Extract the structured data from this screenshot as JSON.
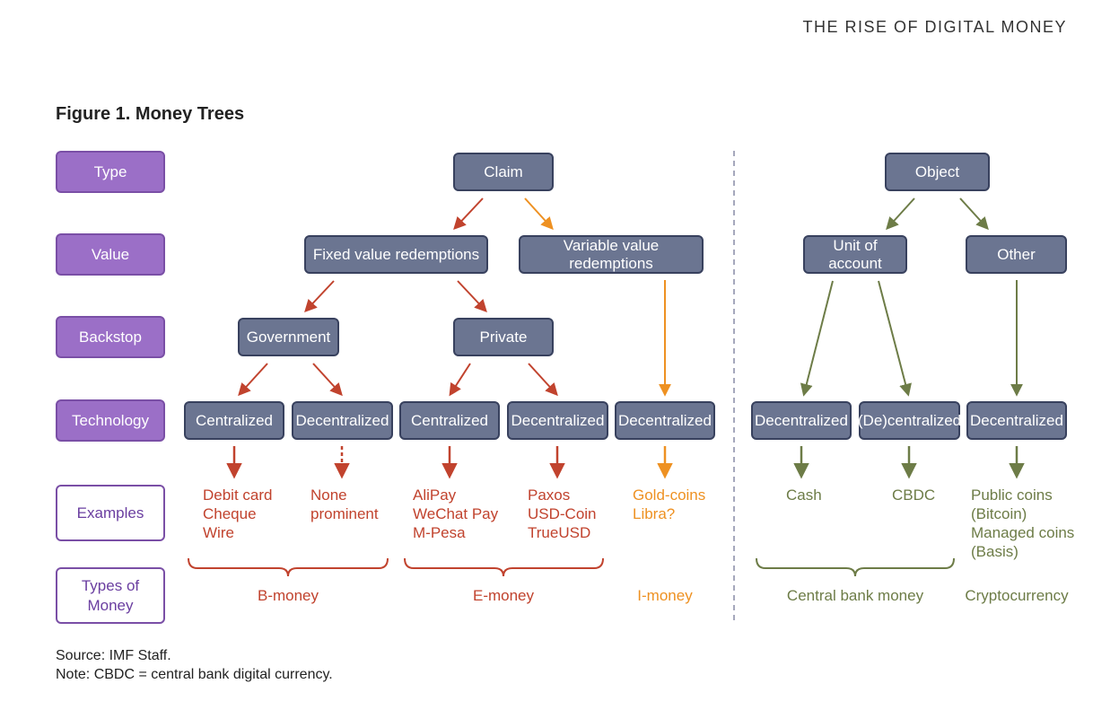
{
  "header": "THE RISE OF DIGITAL MONEY",
  "figure_title": "Figure 1. Money Trees",
  "row_labels": {
    "type": "Type",
    "value": "Value",
    "backstop": "Backstop",
    "technology": "Technology",
    "examples": "Examples",
    "types_of_money": [
      "Types of",
      "Money"
    ]
  },
  "nodes": {
    "claim": "Claim",
    "object": "Object",
    "fixed_value": "Fixed value redemptions",
    "variable_value": "Variable value redemptions",
    "unit_of_account": "Unit of account",
    "other": "Other",
    "government": "Government",
    "private": "Private",
    "tech": [
      "Centralized",
      "Decentralized",
      "Centralized",
      "Decentralized",
      "Decentralized",
      "Decentralized",
      "(De)centralized",
      "Decentralized"
    ]
  },
  "examples": {
    "debit_card": [
      "Debit card",
      "Cheque",
      "Wire"
    ],
    "none_prominent": [
      "None",
      "prominent"
    ],
    "alipay": [
      "AliPay",
      "WeChat Pay",
      "M-Pesa"
    ],
    "paxos": [
      "Paxos",
      "USD-Coin",
      "TrueUSD"
    ],
    "gold": [
      "Gold-coins",
      "Libra?"
    ],
    "cash": [
      "Cash"
    ],
    "cbdc": [
      "CBDC"
    ],
    "public": [
      "Public coins",
      "(Bitcoin)",
      "Managed coins",
      "(Basis)"
    ]
  },
  "money_types": {
    "b_money": "B-money",
    "e_money": "E-money",
    "i_money": "I-money",
    "central_bank": "Central bank money",
    "crypto": "Cryptocurrency"
  },
  "footnotes": {
    "source": "Source: IMF Staff.",
    "note": "Note: CBDC = central bank digital currency."
  },
  "colors": {
    "label_purple": "#9b6fc7",
    "node_slate": "#6b7591",
    "b_money_red": "#c1432e",
    "i_money_orange": "#ee9122",
    "object_olive": "#6d7c47",
    "divider": "#6a6f90"
  }
}
